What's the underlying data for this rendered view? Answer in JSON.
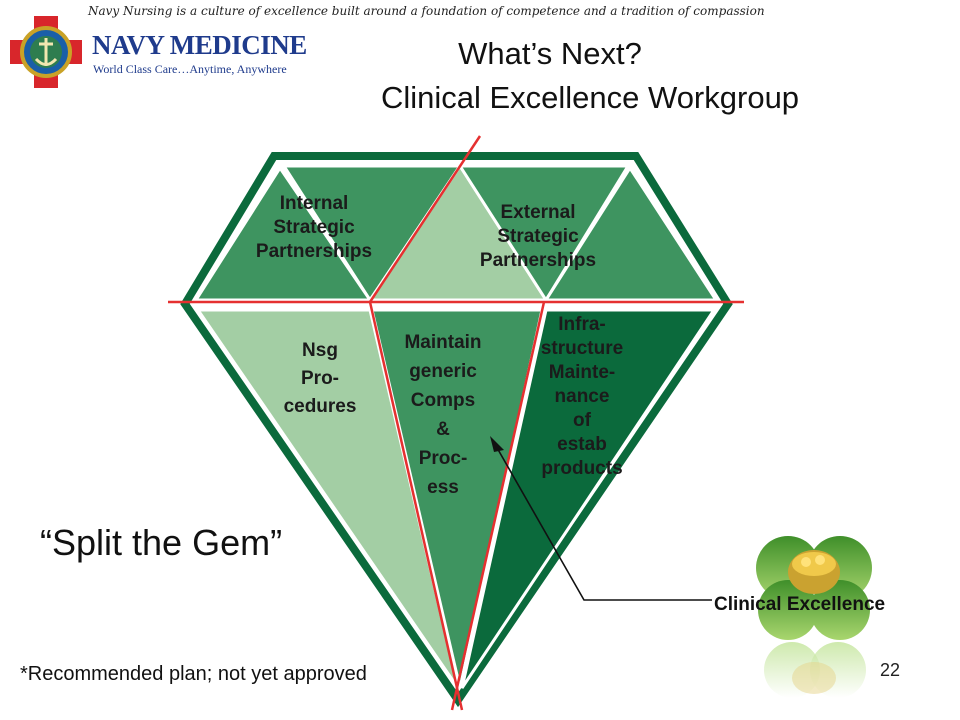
{
  "header": {
    "motto": "Navy Nursing is a culture of excellence built around a foundation of competence and a tradition of compassion",
    "brand_name": "NAVY MEDICINE",
    "brand_tagline": "World Class Care…Anytime, Anywhere"
  },
  "slide": {
    "title_line1": "What’s Next?",
    "title_line2": "Clinical Excellence Workgroup",
    "gem_sections": {
      "internal": [
        "Internal",
        "Strategic",
        "Partnerships"
      ],
      "external": [
        "External",
        "Strategic",
        "Partnerships"
      ],
      "nursing_procedures": [
        "Nsg",
        "Pro-",
        "cedures"
      ],
      "generic_comps": [
        "Maintain",
        "generic",
        "Comps",
        "&",
        "Proc-",
        "ess"
      ],
      "infrastructure": [
        "Infra-",
        "structure",
        "Mainte-",
        "nance",
        "of",
        "estab",
        "products"
      ]
    },
    "quote": "“Split the Gem”",
    "callout_label": "Clinical Excellence",
    "footnote": "*Recommended plan; not yet approved",
    "page_number": "22"
  },
  "colors": {
    "dark_green": "#0b6a3c",
    "mid_green": "#3e9460",
    "light_green": "#a3cea4",
    "split_line": "#e53030",
    "brand_blue": "#1f3b8c"
  }
}
